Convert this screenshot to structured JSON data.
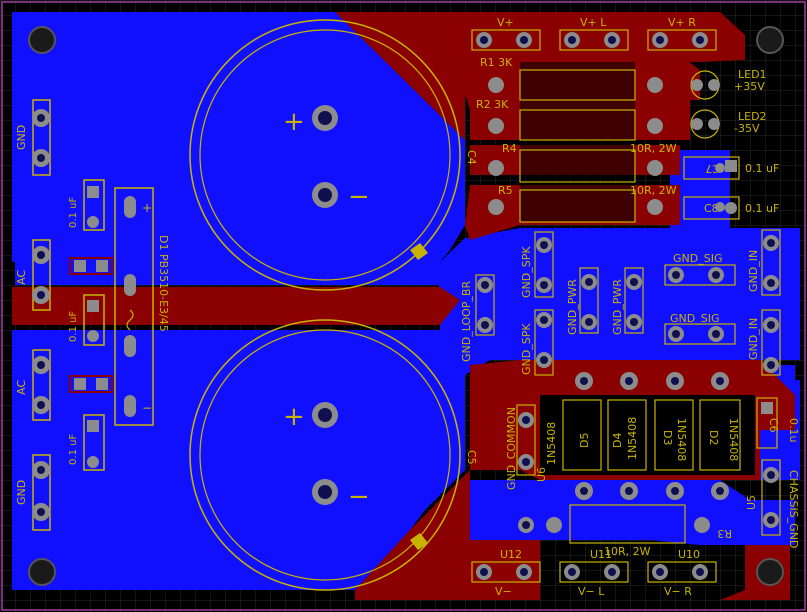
{
  "colors": {
    "background": "#000000",
    "grid": "#2a2a2a",
    "top_copper": "#8b0000",
    "bottom_copper": "#1010ff",
    "silkscreen": "#c8b400",
    "pad": "#8c8c8c",
    "hole": "#101050",
    "board_outline": "#a040a0"
  },
  "labels": {
    "vplus": "V+",
    "vplus_l": "V+ L",
    "vplus_r": "V+ R",
    "vminus": "V−",
    "vminus_l": "V− L",
    "vminus_r": "V− R",
    "r1": "R1 3K",
    "r2": "R2 3K",
    "r3": "R3",
    "r4": "R4",
    "r5": "R5",
    "r4_val": "10R, 2W",
    "r5_val": "10R, 2W",
    "r3_val": "10R, 2W",
    "led1": "LED1",
    "led1_val": "+35V",
    "led2": "LED2",
    "led2_val": "-35V",
    "c4": "C4",
    "c5": "C5",
    "c6": "C6",
    "c6_val": "0.1u",
    "c7": "C7",
    "c7_val": "0.1 uF",
    "c8": "C8",
    "c8_val": "0.1 uF",
    "gnd": "GND",
    "ac": "AC",
    "cap_small": "0.1 uF",
    "bridge": "D1 PB3510-E3/45",
    "gnd_loop_br": "GND_LOOP_BR",
    "gnd_spk": "GND_SPK",
    "gnd_pwr": "GND_PWR",
    "gnd_sig": "GND_SIG",
    "gnd_in": "GND_IN",
    "gnd_common": "GND_COMMON",
    "chassis_gnd": "CHASSIS_GND",
    "d2": "D2",
    "d3": "D3",
    "d4": "D4",
    "d5": "D5",
    "diode_val": "1N5408",
    "u5": "U5",
    "u6": "U6",
    "u10": "U10",
    "u11": "U11",
    "u12": "U12",
    "plus": "+",
    "minus": "−"
  }
}
